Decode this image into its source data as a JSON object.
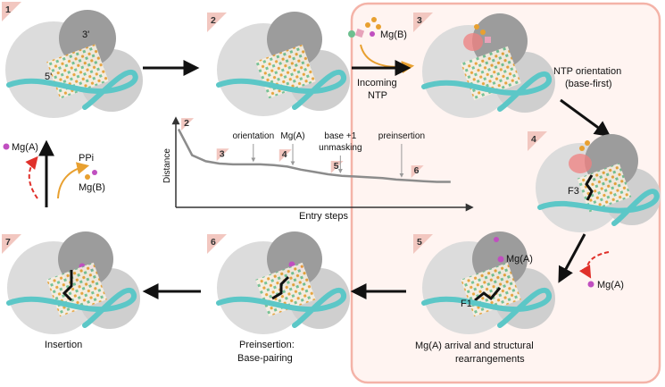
{
  "colors": {
    "highlight_border": "#f4b3a8",
    "highlight_fill": "#fff4f1",
    "protein_light": "#dcdcdc",
    "protein_dark": "#9c9c9c",
    "dna_strand": "#5cc7c7",
    "nucleotide_orange": "#e8a030",
    "nucleotide_pink": "#e7a3ba",
    "nucleotide_green": "#6dbf8f",
    "ion_magenta": "#c04fc0",
    "red_arrow": "#e0302a",
    "orange_arrow": "#e8a030",
    "ion_halo": "#f08080"
  },
  "panels": [
    {
      "number": "1",
      "labels": {
        "three_prime": "3'",
        "five_prime": "5'"
      }
    },
    {
      "number": "2"
    },
    {
      "number": "3",
      "labels": {
        "mg_b": "Mg(B)",
        "incoming": "Incoming",
        "ntp": "NTP"
      }
    },
    {
      "number": "4",
      "labels": {
        "residue": "F3"
      }
    },
    {
      "number": "5",
      "labels": {
        "mg_a": "Mg(A)",
        "residue": "F1",
        "mg_a_incoming": "Mg(A)"
      }
    },
    {
      "number": "6"
    },
    {
      "number": "7"
    }
  ],
  "captions": {
    "ntp_orientation_line1": "NTP orientation",
    "ntp_orientation_line2": "(base-first)",
    "mg_a_arrival_line1": "Mg(A) arrival and structural",
    "mg_a_arrival_line2": "rearrangements",
    "preinsertion_line1": "Preinsertion:",
    "preinsertion_line2": "Base-pairing",
    "insertion": "Insertion"
  },
  "legend": {
    "mg_a": "Mg(A)",
    "ppi": "PPi",
    "mg_b": "Mg(B)"
  },
  "chart_data": {
    "type": "line",
    "xlabel": "Entry steps",
    "ylabel": "Distance",
    "x": [
      0,
      1,
      2,
      3,
      4,
      5,
      6,
      7,
      8,
      9,
      10,
      11,
      12,
      13,
      14,
      15,
      16,
      17,
      18,
      19,
      20
    ],
    "y": [
      10,
      6.6,
      5.8,
      5.5,
      5.4,
      5.4,
      5.4,
      5.3,
      5.1,
      4.7,
      4.4,
      4.1,
      3.9,
      3.8,
      3.7,
      3.6,
      3.4,
      3.3,
      3.2,
      3.1,
      3.1
    ],
    "step_labels": [
      {
        "label": "2",
        "x": 0.4,
        "y": 10.4
      },
      {
        "label": "3",
        "x": 3.0,
        "y": 6.4
      },
      {
        "label": "4",
        "x": 7.6,
        "y": 6.3
      },
      {
        "label": "5",
        "x": 11.4,
        "y": 4.8
      },
      {
        "label": "6",
        "x": 17.3,
        "y": 4.2
      }
    ],
    "annotations": [
      {
        "text": "orientation",
        "x": 5.5
      },
      {
        "text": "Mg(A)",
        "x": 8.4
      },
      {
        "text": "base +1",
        "x": 11.9
      },
      {
        "text": "unmasking",
        "x": 11.9
      },
      {
        "text": "preinsertion",
        "x": 16.4
      }
    ],
    "xlim": [
      0,
      21
    ],
    "ylim": [
      0,
      11
    ],
    "grid": false
  }
}
